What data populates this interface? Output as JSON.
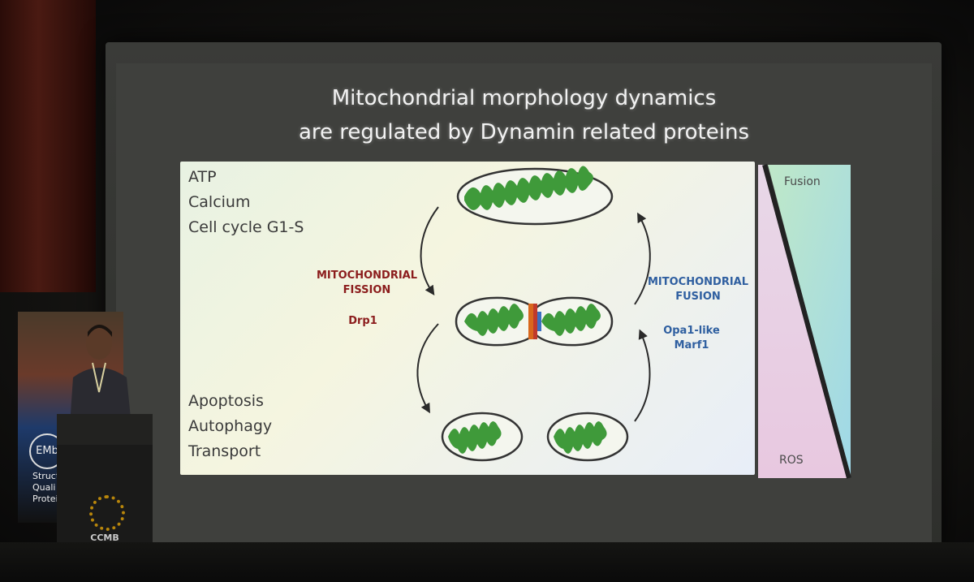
{
  "slide": {
    "title_line1": "Mitochondrial morphology dynamics",
    "title_line2": "are regulated by Dynamin related proteins",
    "top_left": [
      "ATP",
      "Calcium",
      "Cell cycle G1-S"
    ],
    "bottom_left": [
      "Apoptosis",
      "Autophagy",
      "Transport"
    ],
    "fission_label_1": "MITOCHONDRIAL",
    "fission_label_2": "FISSION",
    "fission_protein": "Drp1",
    "fusion_label_1": "MITOCHONDRIAL",
    "fusion_label_2": "FUSION",
    "fusion_protein_1": "Opa1-like",
    "fusion_protein_2": "Marf1",
    "triangle_top": "Fusion",
    "triangle_bottom": "ROS"
  },
  "podium": {
    "logo_text": "CCMB",
    "banner_logo": "EMb",
    "banner_lines": [
      "Structure",
      "Quali",
      "Proteins in"
    ]
  },
  "colors": {
    "mito_fill": "#3f9a3a",
    "mito_outline": "#3a3a3a",
    "fission_red": "#8b1c1c",
    "fusion_blue": "#2f5fa0"
  }
}
